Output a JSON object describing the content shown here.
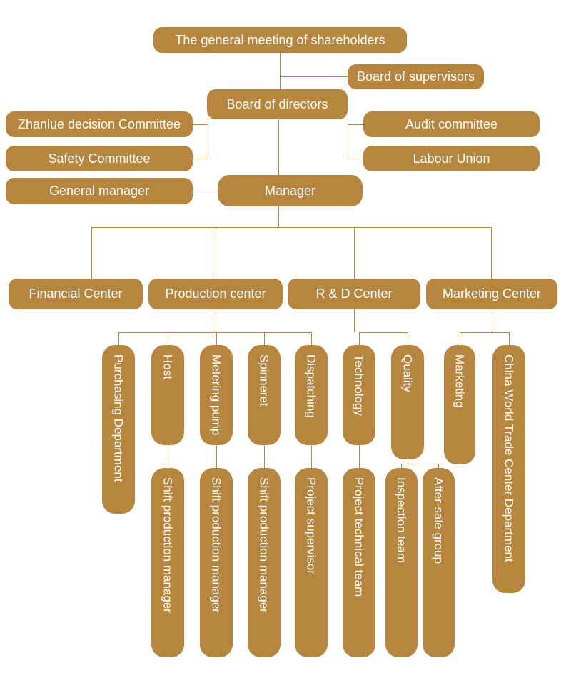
{
  "diagram": {
    "title": "Company organization chart",
    "background": "#ffffff",
    "node_color": "#b6863f",
    "line_color": "#b6863f",
    "text_color": "#ffffff"
  },
  "nodes": {
    "shareholders": {
      "label": "The general meeting of shareholders"
    },
    "board_supervisors": {
      "label": "Board of supervisors"
    },
    "board_directors": {
      "label": "Board of directors"
    },
    "zhanlue": {
      "label": "Zhanlue decision Committee"
    },
    "safety": {
      "label": "Safety Committee"
    },
    "audit": {
      "label": "Audit committee"
    },
    "labour": {
      "label": "Labour Union"
    },
    "general_manager": {
      "label": "General manager"
    },
    "manager": {
      "label": "Manager"
    },
    "financial": {
      "label": "Financial Center"
    },
    "production": {
      "label": "Production center"
    },
    "rd": {
      "label": "R & D Center"
    },
    "marketing_center": {
      "label": "Marketing Center"
    },
    "purchasing": {
      "label": "Purchasing Department"
    },
    "host": {
      "label": "Host"
    },
    "metering": {
      "label": "Metering pump"
    },
    "spinneret": {
      "label": "Spinneret"
    },
    "dispatching": {
      "label": "Dispatching"
    },
    "technology": {
      "label": "Technology"
    },
    "quality": {
      "label": "Quality"
    },
    "marketing": {
      "label": "Marketing"
    },
    "cwtc": {
      "label": "China World Trade Center Department"
    },
    "spm1": {
      "label": "Shift production manager"
    },
    "spm2": {
      "label": "Shift production manager"
    },
    "spm3": {
      "label": "Shift production manager"
    },
    "project_supervisor": {
      "label": "Project supervisor"
    },
    "project_technical": {
      "label": "Project technical team"
    },
    "inspection": {
      "label": "Inspection team"
    },
    "aftersale": {
      "label": "After-sale group"
    }
  }
}
